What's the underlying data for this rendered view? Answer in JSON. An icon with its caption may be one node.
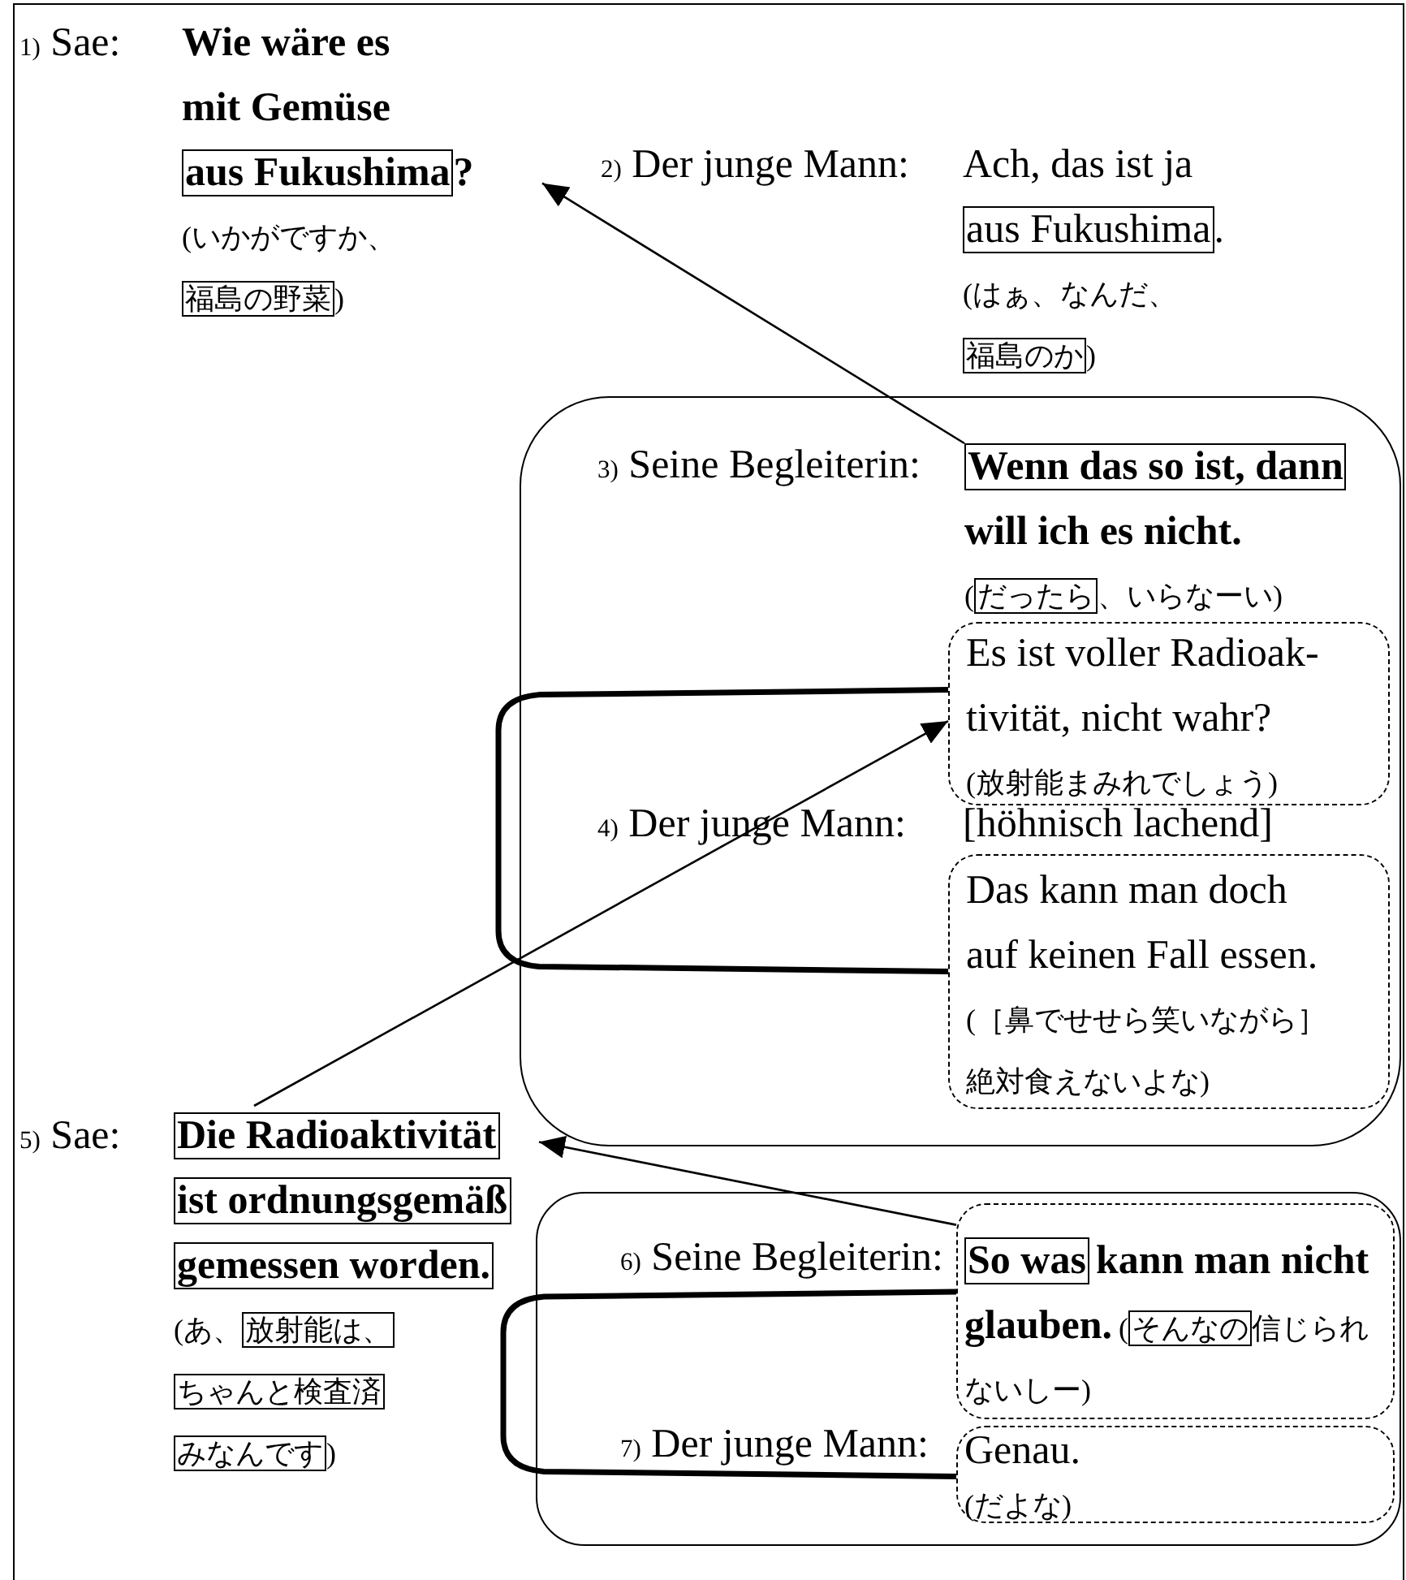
{
  "diagram": {
    "nodes": [
      {
        "text": [
          "Wie wäre es mit Gemüse",
          "?",
          "(いかがですか、",
          ")"
        ]
      },
      {
        "text": [
          "aus Fukushima"
        ],
        "in": 0
      },
      {
        "text": [
          "福島の野菜"
        ],
        "in": 0
      },
      {
        "text": [
          "Ach, das ist ja",
          ".",
          "(はぁ、なんだ、",
          ")"
        ]
      },
      {
        "text": [
          "aus Fukushima"
        ],
        "in": 3
      },
      {
        "text": [
          "福島のか"
        ],
        "in": 3
      },
      {
        "text": [],
        "shape": "box"
      },
      {
        "text": [
          "will ich es nicht.",
          "(",
          "、いらなーい)"
        ],
        "in": 6
      },
      {
        "text": [
          "Wenn das so ist, dann"
        ],
        "in": 7
      },
      {
        "text": [
          "だったら"
        ],
        "in": 7
      },
      {
        "text": [
          "Es ist voller Radioak- tivität, nicht wahr?",
          "(放射能まみれでしょう)"
        ],
        "in": 6
      },
      {
        "text": [
          "Das kann man doch auf keinen Fall essen.",
          "(［鼻でせせら笑いながら］絶対食えないよな)"
        ],
        "in": 6
      },
      {
        "text": [
          "(あ、",
          ")"
        ]
      },
      {
        "text": [
          "Die Radioaktivität"
        ],
        "in": 12
      },
      {
        "text": [
          "ist ordnungsgemäß"
        ],
        "in": 12
      },
      {
        "text": [
          "gemessen worden."
        ],
        "in": 12
      },
      {
        "text": [
          "放射能は、"
        ],
        "in": 12
      },
      {
        "text": [
          "ちゃんと検査済"
        ],
        "in": 12
      },
      {
        "text": [
          "みなんです"
        ],
        "in": 12
      },
      {
        "text": [],
        "shape": "box"
      },
      {
        "text": [
          "kann man nicht glauben.",
          "(",
          "信じられないしー)"
        ],
        "in": 19
      },
      {
        "text": [
          "So was"
        ],
        "in": 20
      },
      {
        "text": [
          "そんなの"
        ],
        "in": 20
      },
      {
        "text": [
          "Genau.",
          "(だよな)"
        ],
        "in": 19
      }
    ],
    "edges": [
      {
        "from": 8,
        "to": 0,
        "arrow": "to"
      },
      {
        "from": 12,
        "to": 10,
        "arrow": "to"
      },
      {
        "from": 10,
        "to": 11,
        "arrow": "none",
        "style": "thick"
      },
      {
        "from": 20,
        "to": 12,
        "arrow": "to"
      },
      {
        "from": 20,
        "to": 23,
        "arrow": "none",
        "style": "thick"
      }
    ],
    "labels": [
      "$_{1)}$ Sae:",
      "$_{2)}$ Der junge Mann:",
      "$_{3)}$ Seine Begleiterin:",
      "$_{4)}$ Der junge Mann:",
      "[höhnisch lachend]",
      "$_{5)}$ Sae:",
      "$_{6)}$ Seine Begleiterin:",
      "$_{7)}$ Der junge Mann:"
    ]
  }
}
